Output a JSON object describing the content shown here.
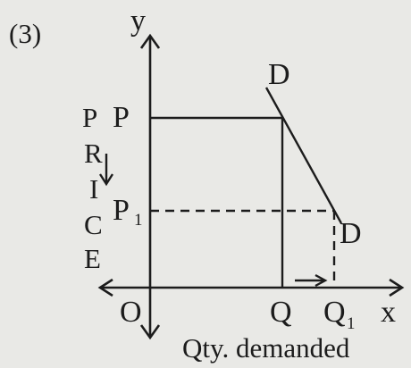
{
  "diagram": {
    "number": "(3)",
    "y_axis_label": "y",
    "x_axis_label": "x",
    "origin_label": "O",
    "vertical_axis_title_letters": [
      "P",
      "R",
      "I",
      "C",
      "E"
    ],
    "horizontal_axis_title": "Qty. demanded",
    "price_label": "P",
    "price1_label": "P",
    "price1_subscript": "1",
    "quantity_label": "Q",
    "quantity1_label": "Q",
    "quantity1_subscript": "1",
    "demand_label_top": "D",
    "demand_label_bottom": "D"
  }
}
